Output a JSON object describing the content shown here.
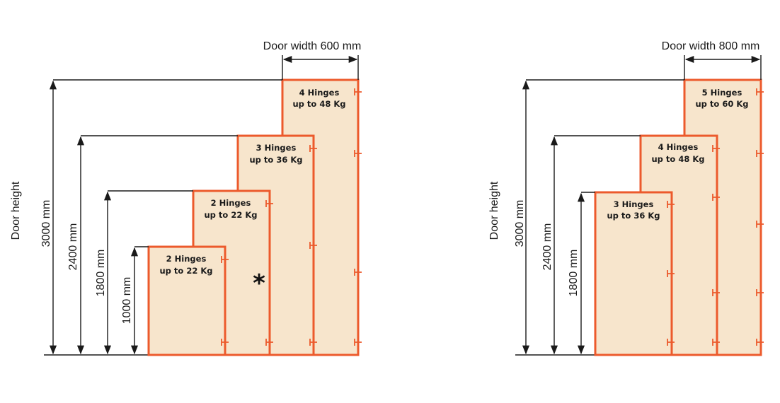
{
  "colors": {
    "door_fill": "#f7e5cc",
    "door_stroke": "#ec5a2c",
    "line": "#1a1a1a"
  },
  "left": {
    "width_label": "Door width 600 mm",
    "axis_label": "Door height",
    "heights": [
      "3000 mm",
      "2400 mm",
      "1800 mm",
      "1000 mm"
    ],
    "doors": [
      {
        "line1": "2 Hinges",
        "line2": "up to 22 Kg"
      },
      {
        "line1": "2 Hinges",
        "line2": "up to 22 Kg"
      },
      {
        "line1": "3 Hinges",
        "line2": "up to 36 Kg"
      },
      {
        "line1": "4 Hinges",
        "line2": "up to 48 Kg"
      }
    ],
    "star": "*"
  },
  "right": {
    "width_label": "Door width 800 mm",
    "axis_label": "Door height",
    "heights": [
      "3000 mm",
      "2400 mm",
      "1800 mm"
    ],
    "doors": [
      {
        "line1": "3 Hinges",
        "line2": "up to 36 Kg"
      },
      {
        "line1": "4 Hinges",
        "line2": "up to 48 Kg"
      },
      {
        "line1": "5 Hinges",
        "line2": "up to 60 Kg"
      }
    ]
  }
}
